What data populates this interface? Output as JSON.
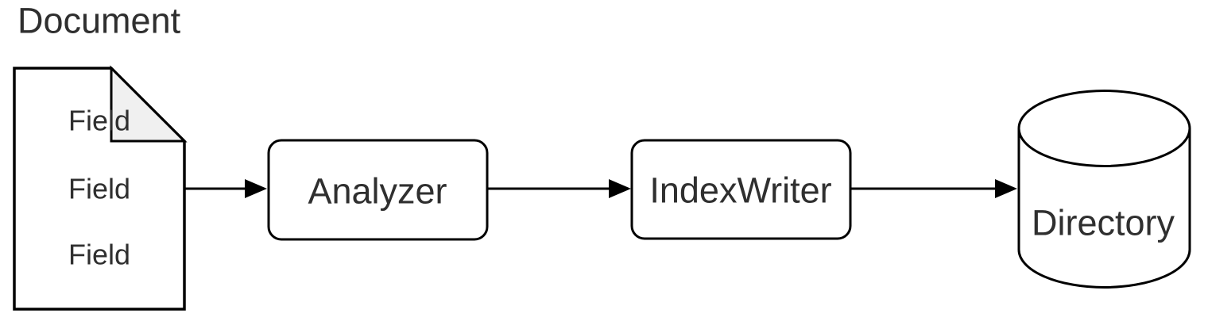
{
  "diagram": {
    "background_color": "#ffffff",
    "stroke_color": "#000000",
    "text_color": "#2f2f2f",
    "fold_fill_color": "#f0f0f0",
    "document": {
      "label": "Document",
      "fields": [
        "Field",
        "Field",
        "Field"
      ]
    },
    "analyzer": {
      "label": "Analyzer"
    },
    "index_writer": {
      "label": "IndexWriter"
    },
    "directory": {
      "label": "Directory"
    },
    "connections": [
      {
        "from": "Document",
        "to": "Analyzer"
      },
      {
        "from": "Analyzer",
        "to": "IndexWriter"
      },
      {
        "from": "IndexWriter",
        "to": "Directory"
      }
    ]
  }
}
